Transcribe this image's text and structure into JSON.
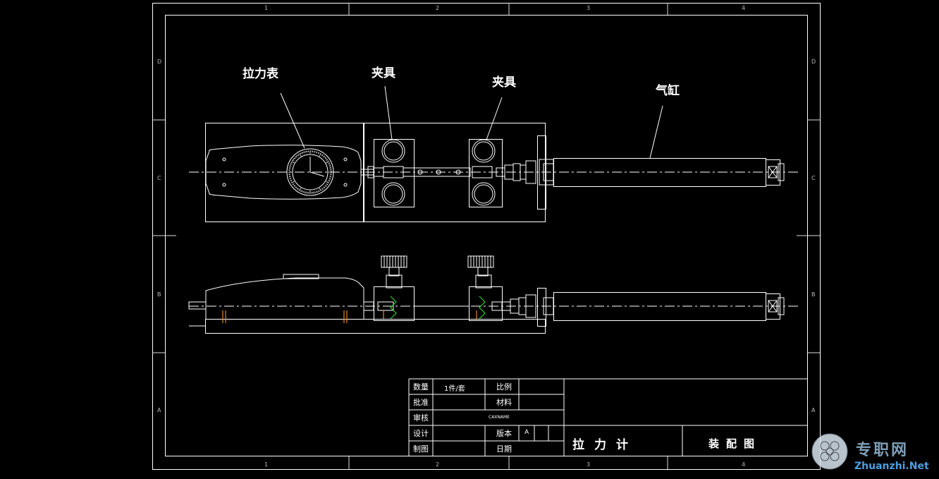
{
  "labels": {
    "gauge": "拉力表",
    "fixture_left": "夹具",
    "fixture_right": "夹具",
    "cylinder": "气缸"
  },
  "zones": {
    "cols": [
      "1",
      "2",
      "3",
      "4"
    ],
    "rows": [
      "D",
      "C",
      "B",
      "A"
    ]
  },
  "title_block": {
    "qty": "数量",
    "qty_val": "1件/套",
    "scale": "比例",
    "approve": "批准",
    "material": "材料",
    "review": "审核",
    "material_val": "CAXNAME",
    "design": "设计",
    "version": "版本",
    "version_val": "A",
    "draw": "制图",
    "date": "日期",
    "part_name": "拉力计",
    "drawing_type": "装配图"
  },
  "watermark": {
    "cn": "专职网",
    "en": "Zhuanzhi.Net"
  },
  "colors": {
    "background": "#000000",
    "line": "#ffffff",
    "accent_green": "#33cc33",
    "accent_orange": "#e08a2a"
  }
}
